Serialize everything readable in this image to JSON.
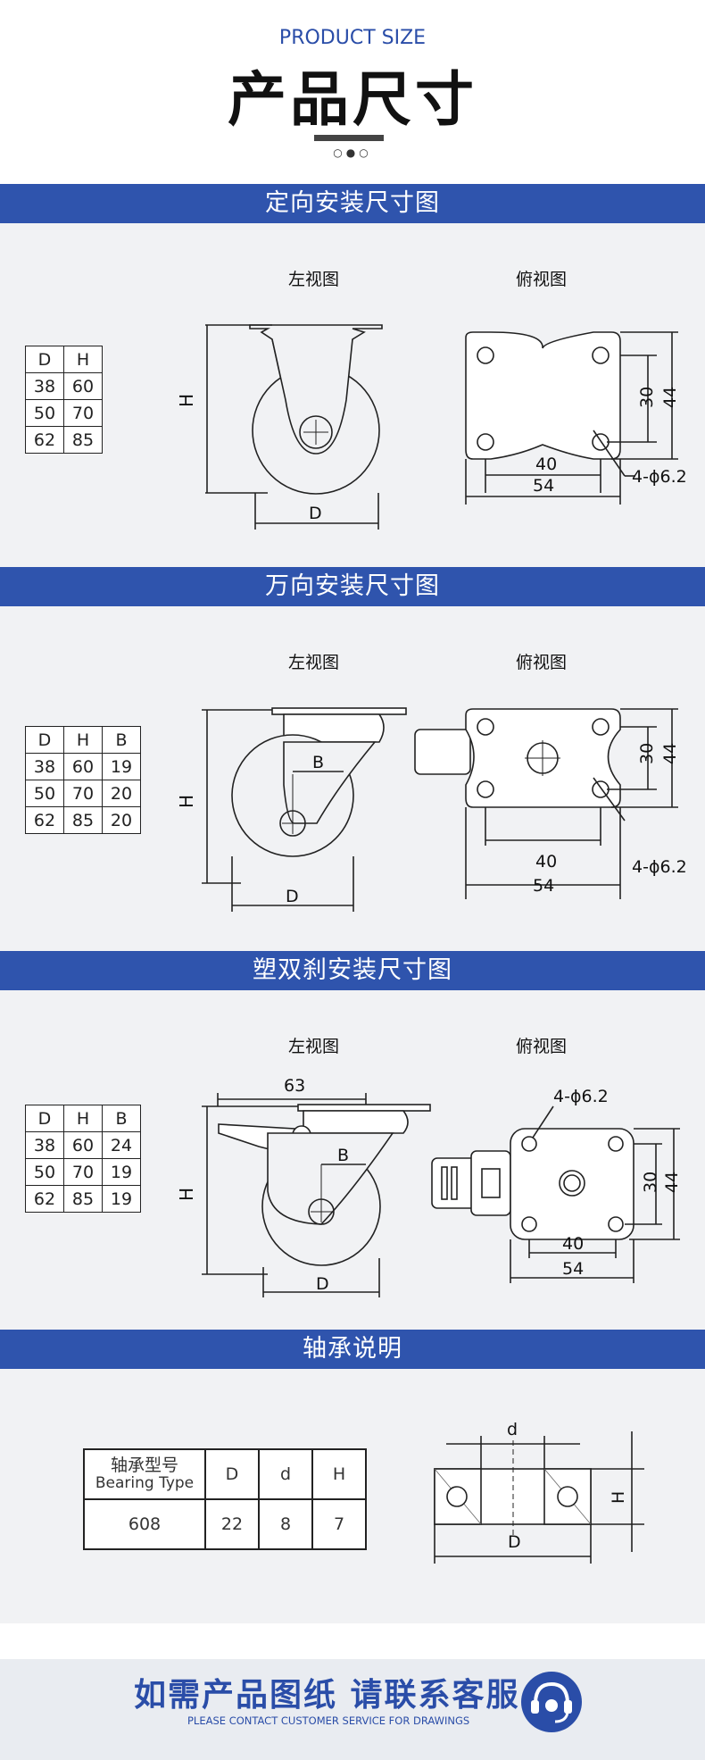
{
  "header": {
    "title_en": "PRODUCT SIZE",
    "title_cn": "产品尺寸",
    "dots": "○●○"
  },
  "view_labels": {
    "left": "左视图",
    "top": "俯视图"
  },
  "sections": [
    {
      "title": "定向安装尺寸图",
      "table": {
        "headers": [
          "D",
          "H"
        ],
        "rows": [
          [
            "38",
            "60"
          ],
          [
            "50",
            "70"
          ],
          [
            "62",
            "85"
          ]
        ]
      }
    },
    {
      "title": "万向安装尺寸图",
      "table": {
        "headers": [
          "D",
          "H",
          "B"
        ],
        "rows": [
          [
            "38",
            "60",
            "19"
          ],
          [
            "50",
            "70",
            "20"
          ],
          [
            "62",
            "85",
            "20"
          ]
        ]
      }
    },
    {
      "title": "塑双刹安装尺寸图",
      "table": {
        "headers": [
          "D",
          "H",
          "B"
        ],
        "rows": [
          [
            "38",
            "60",
            "24"
          ],
          [
            "50",
            "70",
            "19"
          ],
          [
            "62",
            "85",
            "19"
          ]
        ]
      }
    }
  ],
  "drawing_labels": {
    "H": "H",
    "D": "D",
    "B": "B",
    "d": "d",
    "dim_63": "63",
    "dim_40": "40",
    "dim_54": "54",
    "dim_30": "30",
    "dim_44": "44",
    "hole": "4-ϕ6.2"
  },
  "bearing": {
    "title": "轴承说明",
    "header_cn": "轴承型号",
    "header_en": "Bearing Type",
    "cols": [
      "D",
      "d",
      "H"
    ],
    "row": {
      "type": "608",
      "D": "22",
      "d": "8",
      "H": "7"
    }
  },
  "footer": {
    "cn": "如需产品图纸 请联系客服",
    "en": "PLEASE CONTACT CUSTOMER SERVICE FOR DRAWINGS"
  },
  "colors": {
    "band": "#2f54ad",
    "panel": "#f1f2f4",
    "accent": "#2a4da8"
  }
}
